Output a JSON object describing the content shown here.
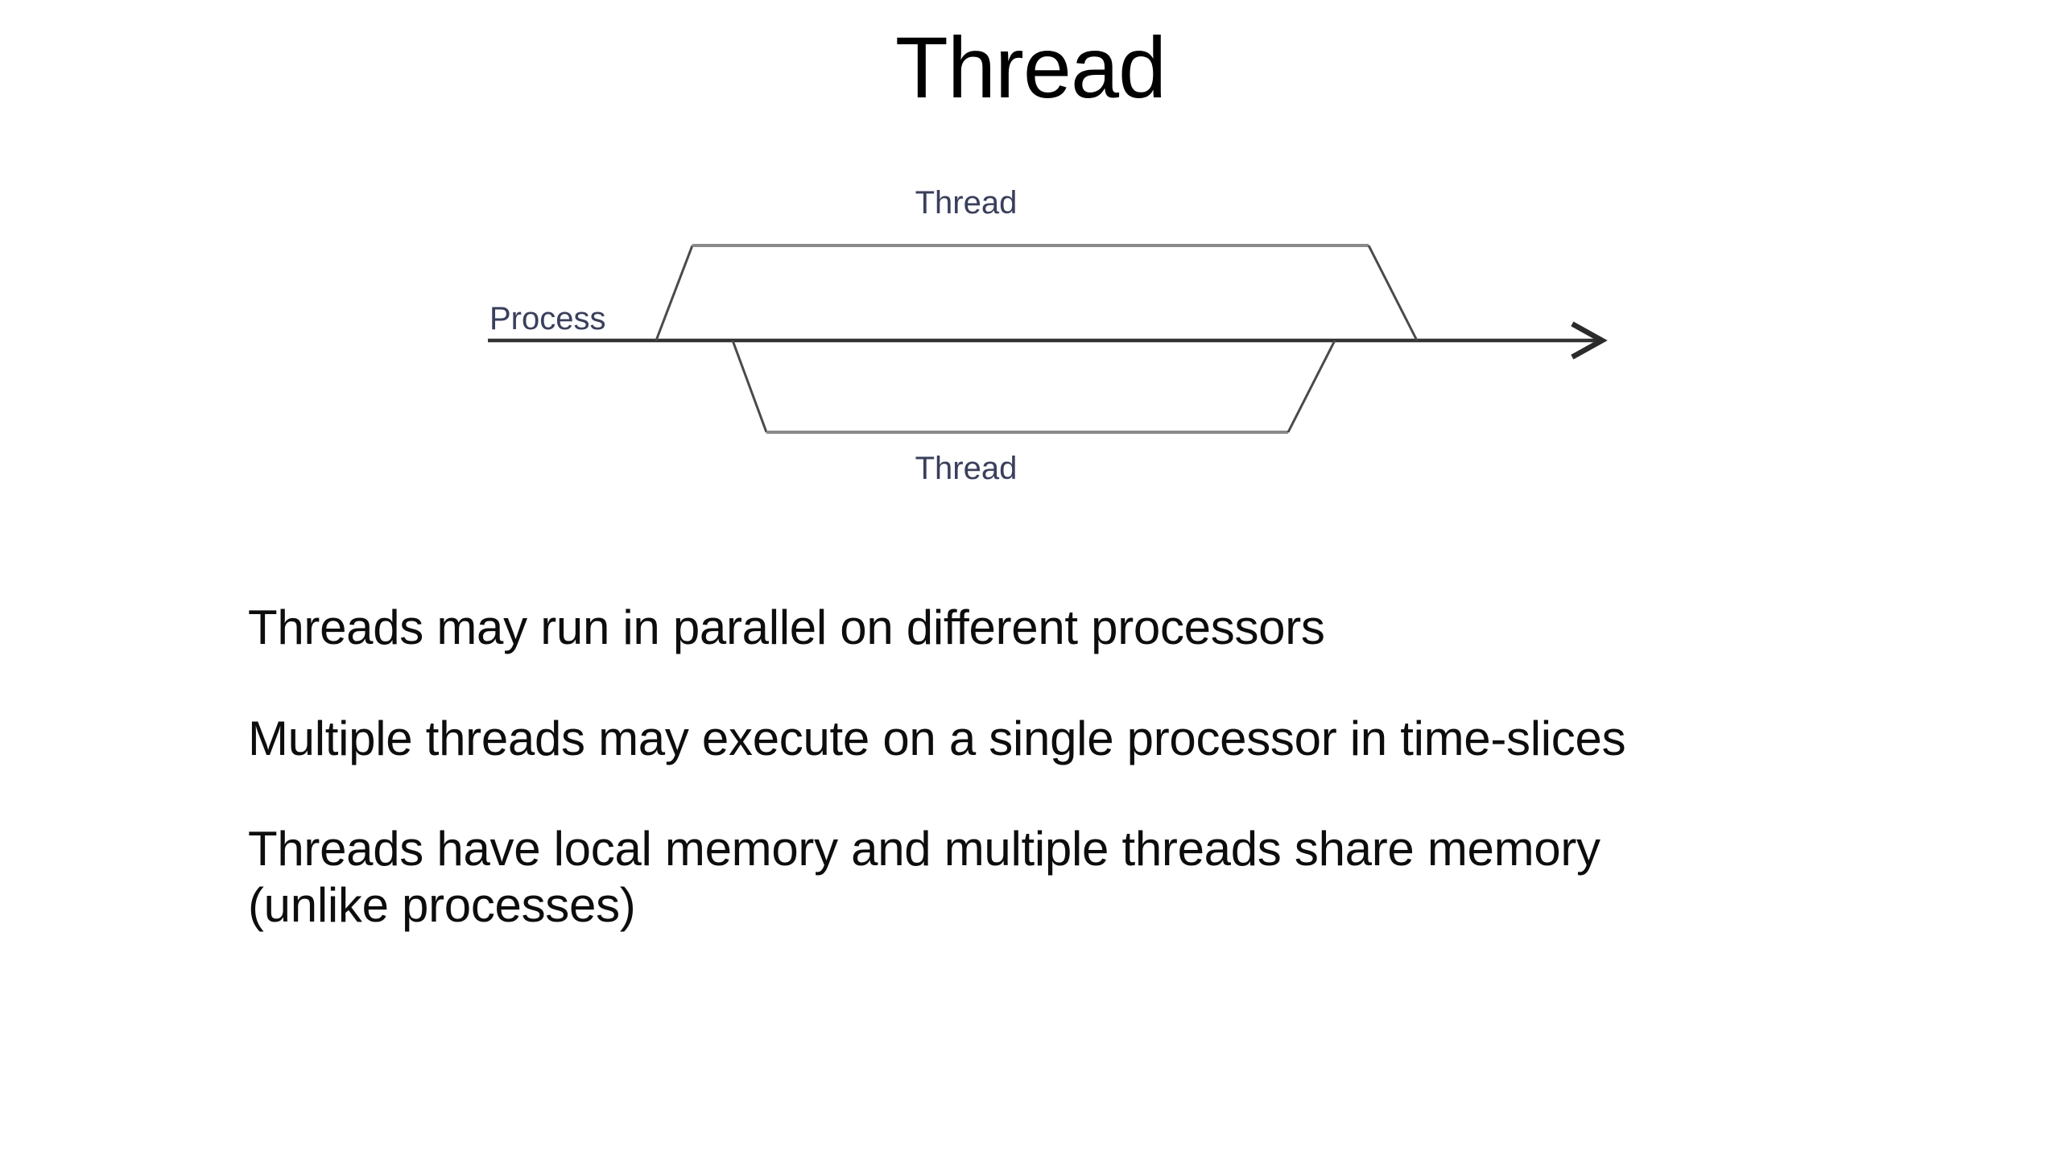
{
  "slide": {
    "title": "Thread",
    "background_color": "#ffffff",
    "text_color": "#0d0d0d"
  },
  "diagram": {
    "name": "process-thread-fork-join-diagram",
    "label_color": "#3a3f5c",
    "line_color": "#3f3f3f",
    "labels": {
      "process": "Process",
      "thread_top": "Thread",
      "thread_bottom": "Thread"
    }
  },
  "body": {
    "bullets": [
      {
        "id": "bullet-parallel",
        "lines": [
          "Threads may run in parallel on different processors"
        ]
      },
      {
        "id": "bullet-time-slices",
        "lines": [
          "Multiple threads may execute on a single processor in time-slices"
        ]
      },
      {
        "id": "bullet-memory",
        "lines": [
          "Threads have local memory and multiple threads share memory",
          "(unlike processes)"
        ]
      }
    ]
  }
}
